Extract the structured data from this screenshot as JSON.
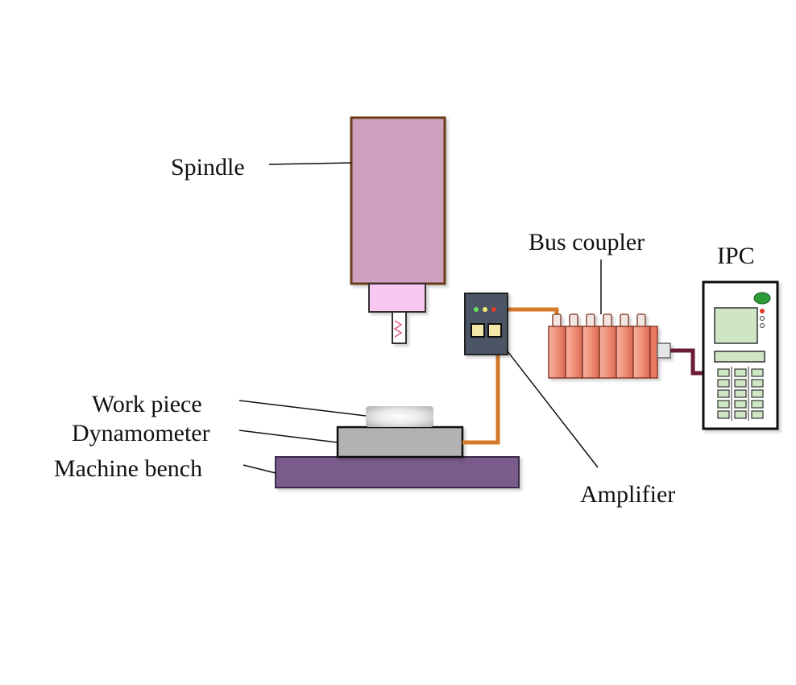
{
  "labels": {
    "spindle": "Spindle",
    "bus_coupler": "Bus coupler",
    "ipc": "IPC",
    "work_piece": "Work piece",
    "dynamometer": "Dynamometer",
    "machine_bench": "Machine bench",
    "amplifier": "Amplifier"
  },
  "colors": {
    "spindle_body": "#cfa1c0",
    "spindle_outline": "#6b3a12",
    "tool_holder": "#f9c7f1",
    "bench": "#7a5c8c",
    "dynamometer": "#b2b2b2",
    "amplifier_box": "#4b5566",
    "cable_orange": "#d4782a",
    "cable_ipc": "#6b1a3a",
    "bus_module": "#f0917a",
    "ipc_screen": "#cfe6c4",
    "ipc_led": "#2e9b3a"
  },
  "components": [
    {
      "icon": "spindle-icon"
    },
    {
      "icon": "amplifier-icon"
    },
    {
      "icon": "bus-coupler-icon"
    },
    {
      "icon": "ipc-computer-icon"
    },
    {
      "icon": "dynamometer-icon"
    },
    {
      "icon": "work-piece-icon"
    },
    {
      "icon": "machine-bench-icon"
    }
  ]
}
